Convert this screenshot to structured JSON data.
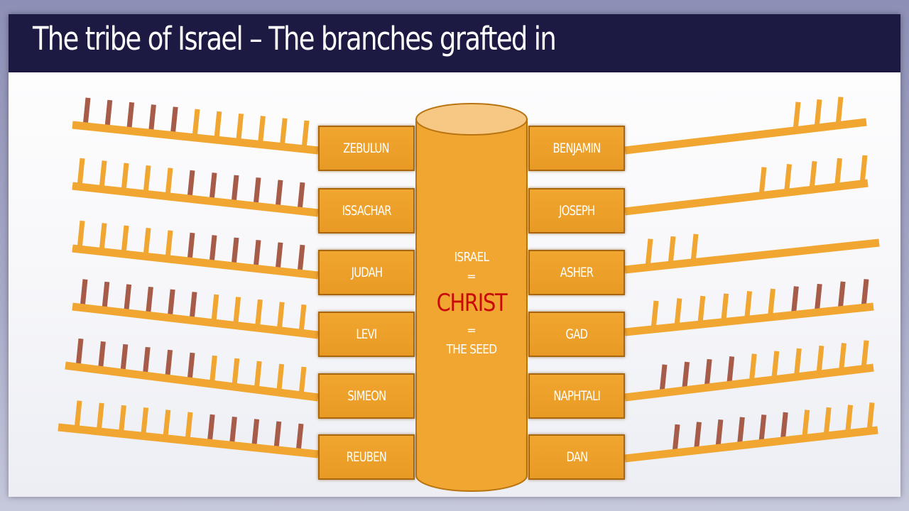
{
  "title": "The tribe of Israel – The branches grafted in",
  "center": {
    "top": "ISRAEL",
    "equals_1": "=",
    "main": "CHRIST",
    "equals_2": "=",
    "bottom": "THE SEED"
  },
  "left_tribes": [
    "ZEBULUN",
    "ISSACHAR",
    "JUDAH",
    "LEVI",
    "SIMEON",
    "REUBEN"
  ],
  "right_tribes": [
    "BENJAMIN",
    "JOSEPH",
    "ASHER",
    "GAD",
    "NAPHTALI",
    "DAN"
  ],
  "colors": {
    "branch": "#f0a630",
    "natural_branch": "#f0a630",
    "grafted_branch": "#a65c48",
    "pillar": "#f0a630",
    "pillar_top": "#f6c883",
    "title_bar": "#1c1a42",
    "christ": "#c80a0a"
  },
  "branches": {
    "left": [
      {
        "tribe": "ZEBULUN",
        "pattern": [
          "g",
          "g",
          "g",
          "g",
          "g",
          "o",
          "o",
          "o",
          "o",
          "o",
          "o"
        ]
      },
      {
        "tribe": "ISSACHAR",
        "pattern": [
          "o",
          "o",
          "o",
          "o",
          "o",
          "g",
          "g",
          "g",
          "g",
          "g",
          "g"
        ]
      },
      {
        "tribe": "JUDAH",
        "pattern": [
          "o",
          "o",
          "o",
          "o",
          "o",
          "g",
          "g",
          "g",
          "g",
          "g",
          "g"
        ]
      },
      {
        "tribe": "LEVI",
        "pattern": [
          "g",
          "g",
          "g",
          "g",
          "g",
          "g",
          "o",
          "o",
          "o",
          "o",
          "o"
        ]
      },
      {
        "tribe": "SIMEON",
        "pattern": [
          "g",
          "g",
          "g",
          "g",
          "g",
          "g",
          "o",
          "o",
          "o",
          "o",
          "o"
        ]
      },
      {
        "tribe": "REUBEN",
        "pattern": [
          "o",
          "o",
          "o",
          "o",
          "o",
          "o",
          "g",
          "g",
          "g",
          "g",
          "g"
        ]
      }
    ],
    "right": [
      {
        "tribe": "BENJAMIN",
        "pattern": [
          "o",
          "o",
          "o"
        ]
      },
      {
        "tribe": "JOSEPH",
        "pattern": [
          "o",
          "o",
          "o",
          "o",
          "o"
        ]
      },
      {
        "tribe": "ASHER",
        "pattern": [
          "o",
          "o",
          "o"
        ]
      },
      {
        "tribe": "GAD",
        "pattern": [
          "o",
          "o",
          "o",
          "o",
          "o",
          "o",
          "g",
          "g",
          "g",
          "g"
        ]
      },
      {
        "tribe": "NAPHTALI",
        "pattern": [
          "g",
          "g",
          "g",
          "g",
          "o",
          "o",
          "o",
          "o",
          "o",
          "o"
        ]
      },
      {
        "tribe": "DAN",
        "pattern": [
          "g",
          "g",
          "g",
          "g",
          "g",
          "g",
          "o",
          "o",
          "o",
          "o"
        ]
      }
    ]
  }
}
